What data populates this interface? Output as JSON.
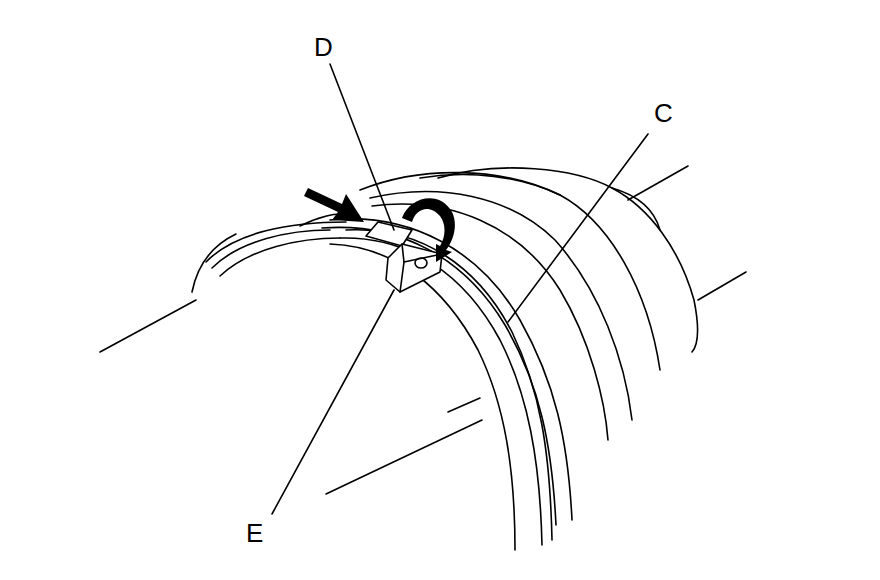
{
  "diagram": {
    "labels": [
      "D",
      "C",
      "E"
    ]
  }
}
